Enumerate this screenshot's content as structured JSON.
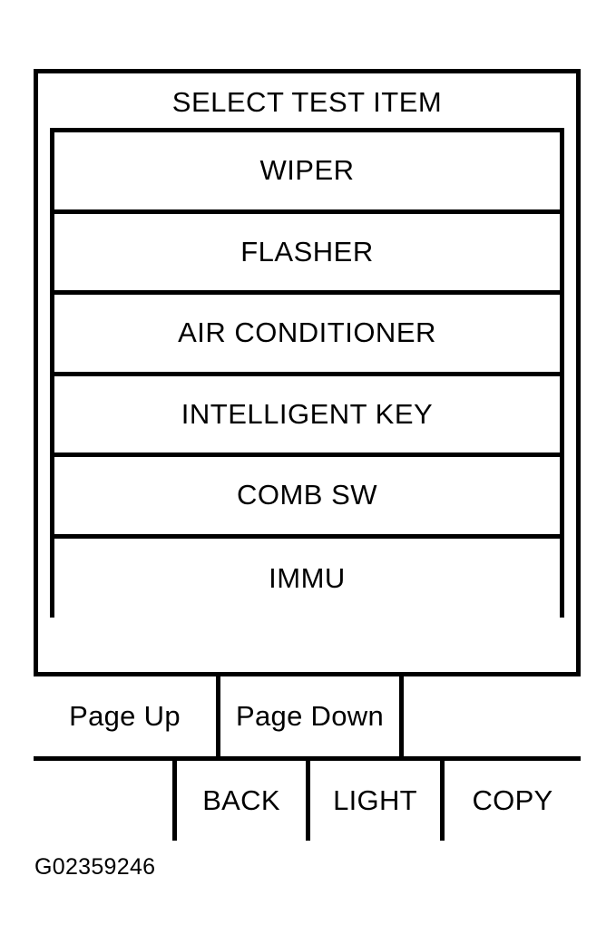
{
  "screen": {
    "title": "SELECT TEST ITEM",
    "test_items": [
      {
        "label": "WIPER"
      },
      {
        "label": "FLASHER"
      },
      {
        "label": "AIR CONDITIONER"
      },
      {
        "label": "INTELLIGENT KEY"
      },
      {
        "label": "COMB SW"
      },
      {
        "label": "IMMU"
      }
    ],
    "softkeys": {
      "row1": [
        {
          "label": "Page Up",
          "blank": false
        },
        {
          "label": "Page Down",
          "blank": false
        },
        {
          "label": "",
          "blank": true
        }
      ],
      "row2": [
        {
          "label": "",
          "blank": true
        },
        {
          "label": "BACK",
          "blank": false
        },
        {
          "label": "LIGHT",
          "blank": false
        },
        {
          "label": "COPY",
          "blank": false
        }
      ]
    }
  },
  "figure": {
    "caption": "G02359246"
  },
  "colors": {
    "ink": "#000000",
    "background": "#ffffff"
  }
}
